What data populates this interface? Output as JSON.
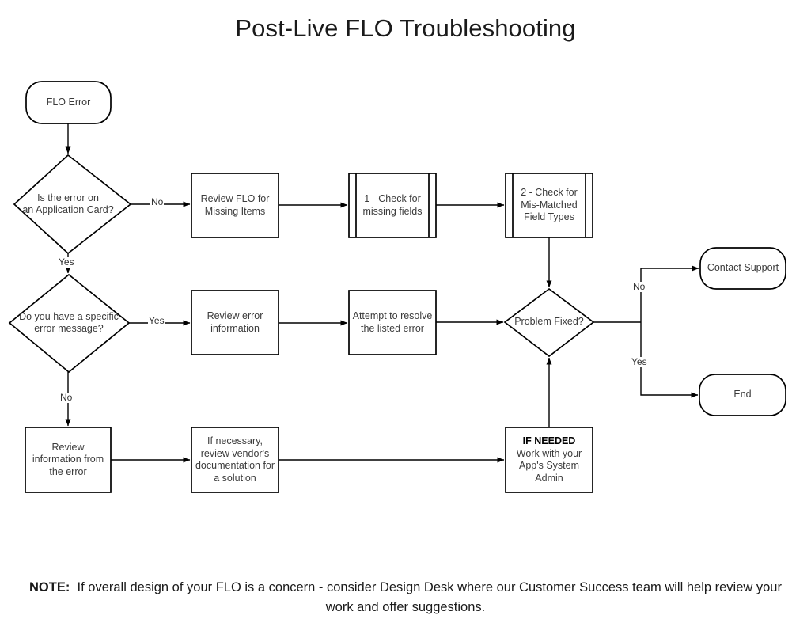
{
  "diagram": {
    "title": "Post-Live FLO Troubleshooting",
    "type": "flowchart",
    "nodes": [
      {
        "id": "flo-error",
        "shape": "terminator",
        "lines": [
          "FLO Error"
        ]
      },
      {
        "id": "error-on-app-card",
        "shape": "decision",
        "lines": [
          "Is the error on",
          "an Application Card?"
        ]
      },
      {
        "id": "review-flo-missing",
        "shape": "process",
        "lines": [
          "Review FLO for",
          "Missing Items"
        ]
      },
      {
        "id": "check-missing-fields",
        "shape": "predefined-process",
        "lines": [
          "1 - Check for",
          "missing fields"
        ]
      },
      {
        "id": "check-mismatched",
        "shape": "predefined-process",
        "lines": [
          "2 - Check for",
          "Mis-Matched",
          "Field Types"
        ]
      },
      {
        "id": "specific-error-msg",
        "shape": "decision",
        "lines": [
          "Do you have a specific",
          "error message?"
        ]
      },
      {
        "id": "review-error-info",
        "shape": "process",
        "lines": [
          "Review error",
          "information"
        ]
      },
      {
        "id": "attempt-resolve",
        "shape": "process",
        "lines": [
          "Attempt to resolve",
          "the listed error"
        ]
      },
      {
        "id": "problem-fixed",
        "shape": "decision",
        "lines": [
          "Problem Fixed?"
        ]
      },
      {
        "id": "contact-support",
        "shape": "terminator",
        "lines": [
          "Contact Support"
        ]
      },
      {
        "id": "end",
        "shape": "terminator",
        "lines": [
          "End"
        ]
      },
      {
        "id": "review-info-error",
        "shape": "process",
        "lines": [
          "Review",
          "information from",
          "the error"
        ]
      },
      {
        "id": "review-vendor-docs",
        "shape": "process",
        "lines": [
          "If necessary,",
          "review vendor's",
          "documentation for",
          "a solution"
        ]
      },
      {
        "id": "work-with-admin",
        "shape": "process",
        "lines": [
          "IF NEEDED",
          "Work with your",
          "App's System",
          "Admin"
        ],
        "bold_first_line": true
      }
    ],
    "edge_labels": {
      "app_card_no": "No",
      "app_card_yes": "Yes",
      "error_msg_yes": "Yes",
      "error_msg_no": "No",
      "problem_fixed_no": "No",
      "problem_fixed_yes": "Yes"
    },
    "edges": [
      {
        "from": "flo-error",
        "to": "error-on-app-card",
        "label": ""
      },
      {
        "from": "error-on-app-card",
        "to": "review-flo-missing",
        "label": "No"
      },
      {
        "from": "error-on-app-card",
        "to": "specific-error-msg",
        "label": "Yes"
      },
      {
        "from": "review-flo-missing",
        "to": "check-missing-fields",
        "label": ""
      },
      {
        "from": "check-missing-fields",
        "to": "check-mismatched",
        "label": ""
      },
      {
        "from": "check-mismatched",
        "to": "problem-fixed",
        "label": ""
      },
      {
        "from": "specific-error-msg",
        "to": "review-error-info",
        "label": "Yes"
      },
      {
        "from": "specific-error-msg",
        "to": "review-info-error",
        "label": "No"
      },
      {
        "from": "review-error-info",
        "to": "attempt-resolve",
        "label": ""
      },
      {
        "from": "attempt-resolve",
        "to": "problem-fixed",
        "label": ""
      },
      {
        "from": "problem-fixed",
        "to": "contact-support",
        "label": "No"
      },
      {
        "from": "problem-fixed",
        "to": "end",
        "label": "Yes"
      },
      {
        "from": "review-info-error",
        "to": "review-vendor-docs",
        "label": ""
      },
      {
        "from": "review-vendor-docs",
        "to": "work-with-admin",
        "label": ""
      },
      {
        "from": "work-with-admin",
        "to": "problem-fixed",
        "label": ""
      }
    ],
    "colors": {
      "stroke": "#000000",
      "fill": "#ffffff",
      "text": "#3b3b3b",
      "background": "#ffffff"
    }
  },
  "note": {
    "label": "NOTE:",
    "text": "If overall design of your FLO is a concern - consider Design Desk where our Customer Success team will help review your work and offer suggestions."
  }
}
